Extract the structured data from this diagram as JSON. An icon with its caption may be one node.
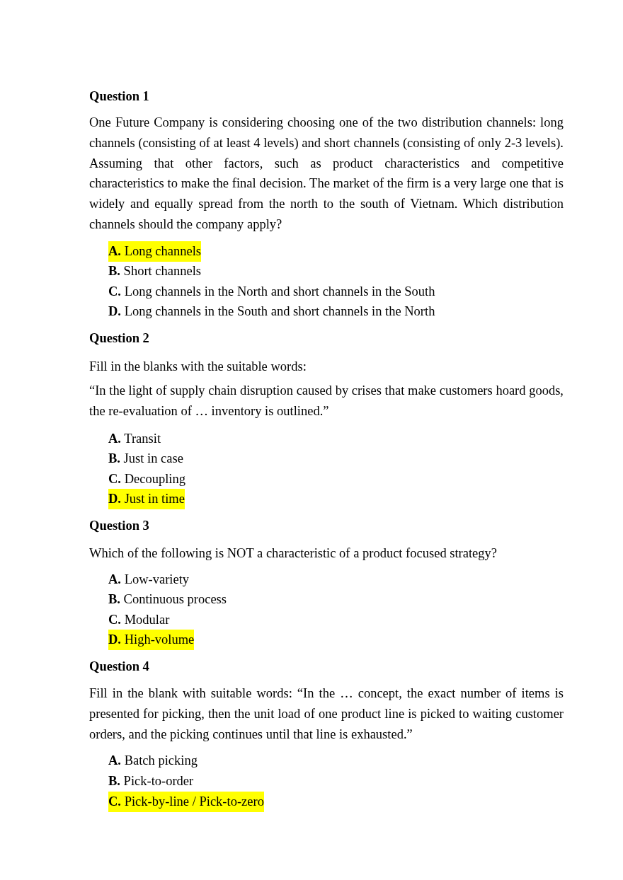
{
  "diagram": {
    "labels": [
      "Question 1",
      "One Future Company is considering choosing one of the two distribution channels: long channels (consisting of at least 4 levels) and short channels (consisting of only 2-3 levels). Assuming that other factors, such as product characteristics and competitive characteristics to make the final decision. The market of the firm is a very large one that is widely and equally spread from the north to the south of Vietnam. Which distribution channels should the company apply?",
      "**A.** Long channels",
      "**B.** Short channels",
      "**C.** Long channels in the North and short channels in the South",
      "**D.** Long channels in the South and short channels in the North",
      "Question 2",
      "Fill in the blanks with the suitable words:",
      "“In the light of supply chain disruption caused by crises that make customers hoard goods, the re-evaluation of … inventory is outlined.”",
      "**A.** Transit",
      "**B.** Just in case",
      "**C.** Decoupling",
      "**D.** Just in time",
      "Question 3",
      "Which of the following is NOT a characteristic of a product focused strategy?",
      "**A.** Low-variety",
      "**B.** Continuous process",
      "**C.** Modular",
      "**D.** High-volume",
      "Question 4",
      "Fill in the blank with suitable words: “In the … concept, the exact number of items is presented for picking, then the unit load of one product line is picked to waiting customer orders, and the picking continues until that line is exhausted.”",
      "**A.** Batch picking",
      "**B.** Pick-to-order",
      "**C.** Pick-by-line / Pick-to-zero"
    ]
  }
}
